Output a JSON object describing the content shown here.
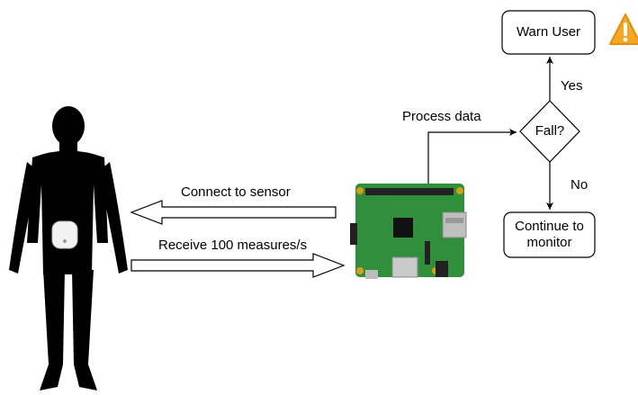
{
  "nodes": {
    "warn_user": "Warn User",
    "fall_decision": "Fall?",
    "continue_monitor_line1": "Continue to",
    "continue_monitor_line2": "monitor"
  },
  "edges": {
    "process_data": "Process data",
    "connect_to_sensor": "Connect to sensor",
    "receive_measures": "Receive 100 measures/s",
    "yes": "Yes",
    "no": "No"
  },
  "icons": {
    "person": "human-silhouette-icon",
    "sensor": "wearable-sensor-icon",
    "board": "raspberry-pi-board-icon",
    "warning": "warning-icon"
  },
  "colors": {
    "board_green": "#2f8f3a",
    "warning_orange": "#f5a623",
    "silhouette": "#000000",
    "stroke": "#000000"
  }
}
